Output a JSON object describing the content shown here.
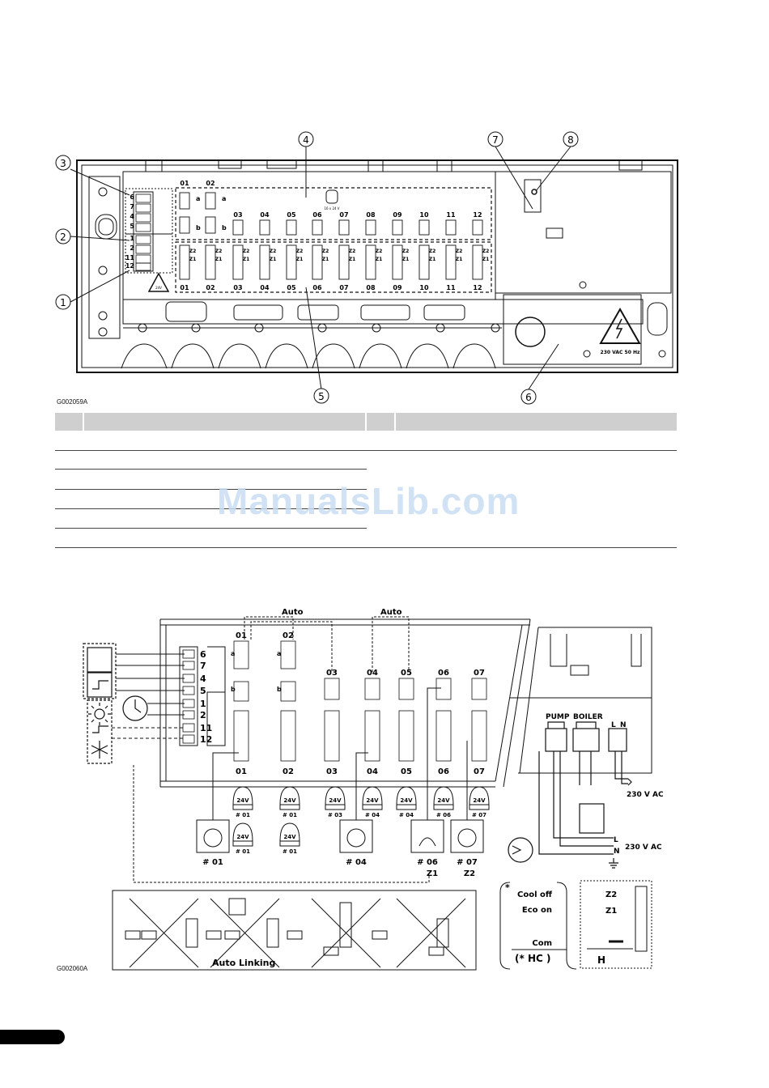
{
  "figure1": {
    "code": "G002059A",
    "callouts": [
      "1",
      "2",
      "3",
      "4",
      "5",
      "6",
      "7",
      "8"
    ],
    "left_terminals": [
      "6",
      "7",
      "4",
      "5",
      "1",
      "2",
      "11",
      "12"
    ],
    "top_channels": [
      "01",
      "02",
      "03",
      "04",
      "05",
      "06",
      "07",
      "08",
      "09",
      "10",
      "11",
      "12"
    ],
    "bottom_channels": [
      "01",
      "02",
      "03",
      "04",
      "05",
      "06",
      "07",
      "08",
      "09",
      "10",
      "11",
      "12"
    ],
    "row_letters": [
      "a",
      "a",
      "b",
      "b"
    ],
    "zone_labels": [
      "Z2",
      "Z1"
    ],
    "fuse_label": "16 x 24 V",
    "power_label": "230 VAC  50 Hz",
    "small_24v": "24V"
  },
  "watermark": "ManualsLib.com",
  "figure2": {
    "code": "G002060A",
    "auto_label": "Auto",
    "channels": [
      "01",
      "02",
      "03",
      "04",
      "05",
      "06",
      "07"
    ],
    "left_terminals": [
      "6",
      "7",
      "4",
      "5",
      "1",
      "2",
      "11",
      "12"
    ],
    "actuator_label": "24V",
    "actuator_ids": [
      "# 01",
      "# 01",
      "# 01",
      "# 01",
      "# 03",
      "# 04",
      "# 04",
      "# 06",
      "# 07"
    ],
    "thermostats": [
      "# 01",
      "# 04",
      "# 06",
      "# 07"
    ],
    "zone_marks": [
      "Z1",
      "Z2"
    ],
    "pump": "PUMP",
    "boiler": "BOILER",
    "l_label": "L",
    "n_label": "N",
    "ac_label": "230 V AC",
    "ground_l": "L",
    "ground_n": "N",
    "auto_linking": "Auto Linking",
    "hc_list": [
      "Cool off",
      "Eco on",
      "Com"
    ],
    "hc_note": "(* HC )",
    "asterisk": "*",
    "h_label": "H",
    "h_zones": [
      "Z2",
      "Z1"
    ]
  },
  "colors": {
    "ink": "#111111",
    "watermark": "#c9ddf3",
    "table_head": "#cfcfcf"
  }
}
